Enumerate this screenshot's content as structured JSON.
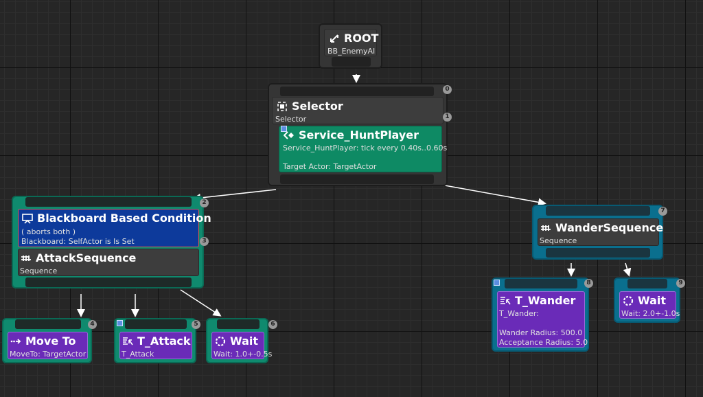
{
  "root": {
    "title": "ROOT",
    "subtitle": "BB_EnemyAI"
  },
  "selector": {
    "title": "Selector",
    "subtitle": "Selector",
    "index_top": "0",
    "index_side": "1"
  },
  "service": {
    "title": "Service_HuntPlayer",
    "line1": "Service_HuntPlayer: tick every 0.40s..0.60s",
    "line2": "Target Actor: TargetActor"
  },
  "attack_group": {
    "index_top": "2",
    "index_side": "3"
  },
  "condition": {
    "title": "Blackboard Based Condition",
    "line1": "( aborts both )",
    "line2": "Blackboard: SelfActor is Is Set"
  },
  "attack_sequence": {
    "title": "AttackSequence",
    "subtitle": "Sequence"
  },
  "wander_sequence": {
    "title": "WanderSequence",
    "subtitle": "Sequence",
    "index": "7"
  },
  "tasks": {
    "move_to": {
      "title": "Move To",
      "subtitle": "MoveTo: TargetActor",
      "index": "4"
    },
    "t_attack": {
      "title": "T_Attack",
      "subtitle": "T_Attack",
      "index": "5"
    },
    "wait_attack": {
      "title": "Wait",
      "subtitle": "Wait: 1.0+-0.5s",
      "index": "6"
    },
    "t_wander": {
      "title": "T_Wander",
      "subtitle": "T_Wander:",
      "line2": "Wander Radius: 500.0",
      "line3": "Acceptance Radius: 5.0",
      "index": "8"
    },
    "wait_wander": {
      "title": "Wait",
      "subtitle": "Wait: 2.0+-1.0s",
      "index": "9"
    }
  },
  "icons": [
    "root-icon",
    "selector-icon",
    "service-icon",
    "condition-icon",
    "sequence-icon",
    "move-to-icon",
    "task-icon",
    "wait-icon"
  ],
  "colors": {
    "composite": "#0f8a6e",
    "composite_blue": "#0a6f8e",
    "task": "#6a2bb8",
    "decorator": "#0d3a9b",
    "service": "#0e8a64"
  }
}
